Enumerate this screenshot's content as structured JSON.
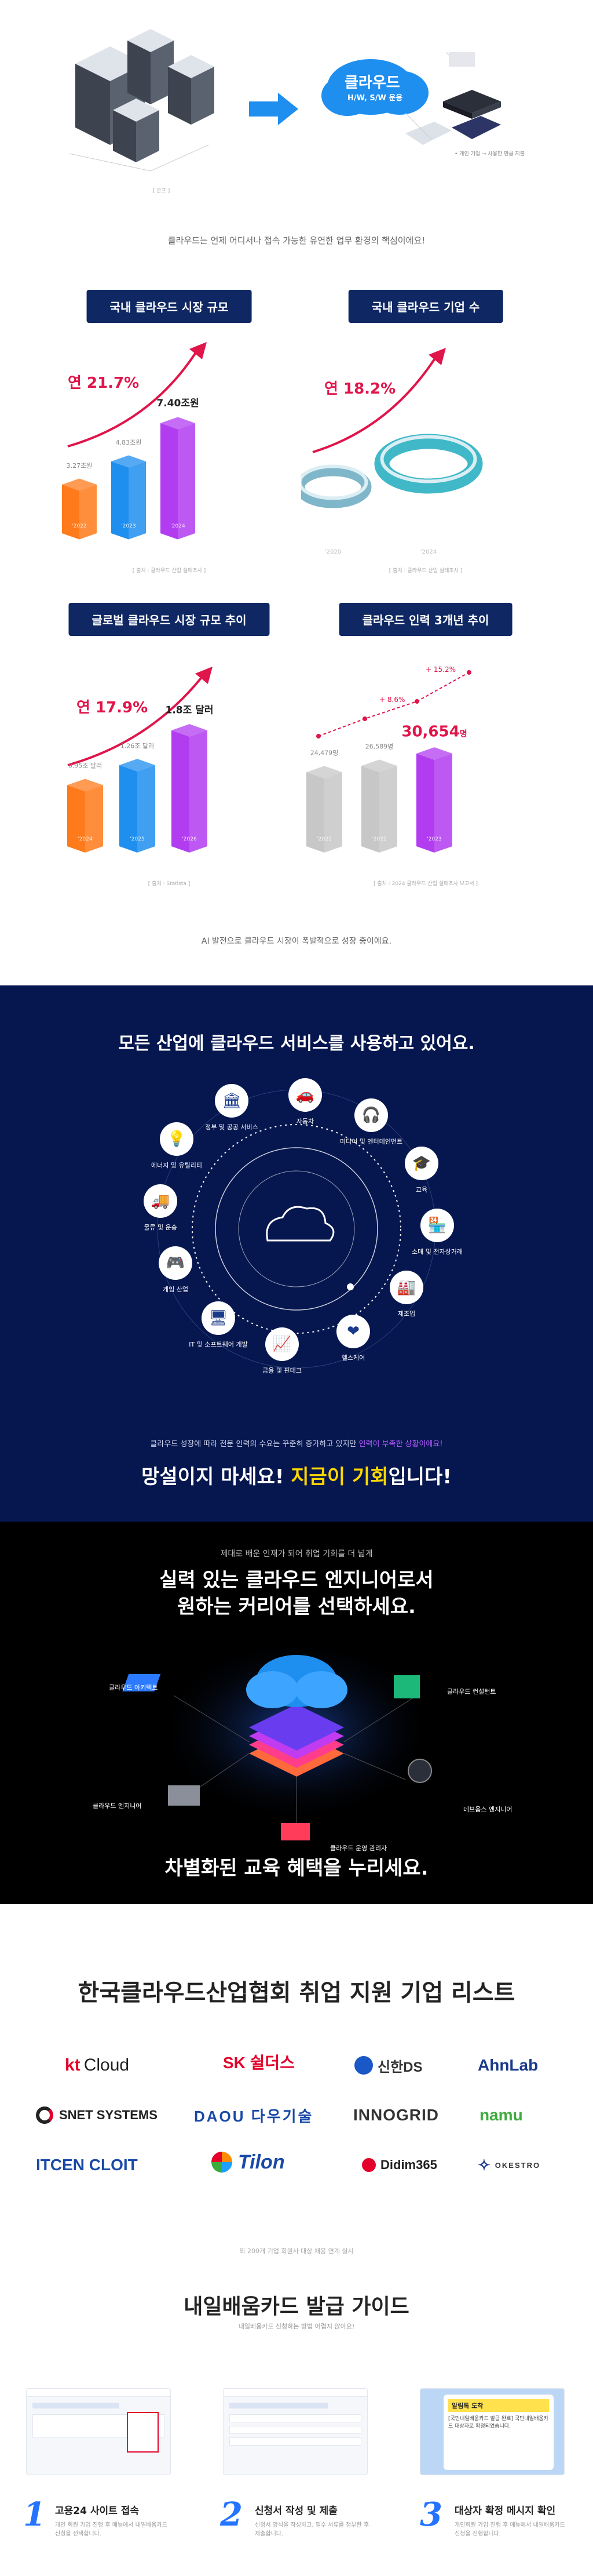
{
  "hero": {
    "cloud_label": "클라우드",
    "cloud_sub": "H/W, S/W 운용",
    "caption_left": "[ 온프 ]",
    "caption_right": "• 개인 기업 → 사용한 만큼 지불",
    "description": "클라우드는 언제 어디서나 접속 가능한 유연한 업무 환경의 핵심이에요!"
  },
  "stats": [
    {
      "title": "국내 클라우드 시장 규모",
      "growth": "연 21.7%",
      "source": "[ 출처 : 클라우드 산업 실태조사 ]",
      "chart_data": {
        "type": "bar",
        "categories": [
          "'2022",
          "'2023",
          "'2024"
        ],
        "values": [
          3.27,
          4.83,
          7.4
        ],
        "value_labels": [
          "3.27조원",
          "4.83조원",
          "7.40조원"
        ],
        "colors": [
          "#ff7a1a",
          "#1e8eef",
          "#b13cf0"
        ]
      }
    },
    {
      "title": "국내 클라우드 기업 수",
      "growth": "연 18.2%",
      "source": "[ 출처 : 클라우드 산업 실태조사 ]",
      "chart_data": {
        "type": "bar",
        "categories": [
          "'2020",
          "'2024"
        ],
        "values": [
          1,
          2
        ],
        "colors": [
          "#7fb6c9",
          "#40b8c8"
        ]
      }
    },
    {
      "title": "글로벌 클라우드 시장 규모 추이",
      "growth": "연 17.9%",
      "source": "[ 출처 : Statista ]",
      "chart_data": {
        "type": "bar",
        "categories": [
          "'2024",
          "'2025",
          "'2026"
        ],
        "values": [
          0.95,
          1.26,
          1.8
        ],
        "value_labels": [
          "0.95조 달러",
          "1.26조 달러",
          "1.8조 달러"
        ],
        "colors": [
          "#ff7a1a",
          "#1e8eef",
          "#b13cf0"
        ]
      }
    },
    {
      "title": "클라우드 인력 3개년 추이",
      "growth_small_1": "+ 8.6%",
      "growth_small_2": "+ 15.2%",
      "source": "[ 출처 : 2024 클라우드 산업 실태조사 보고서 ]",
      "chart_data": {
        "type": "bar",
        "categories": [
          "'2021",
          "'2022",
          "'2023"
        ],
        "values": [
          24479,
          26589,
          30654
        ],
        "value_labels": [
          "24,479명",
          "26,589명",
          "30,654"
        ],
        "highlight_unit": "명",
        "colors": [
          "#c7c7c7",
          "#c7c7c7",
          "#b13cf0"
        ]
      }
    }
  ],
  "stats_footer": "AI 발전으로 클라우드 시장이 폭발적으로 성장 중이에요.",
  "industries": {
    "title": "모든 산업에 클라우드 서비스를 사용하고 있어요.",
    "items": [
      {
        "label": "자동차",
        "icon": "car-icon"
      },
      {
        "label": "미디어 및 엔터테인먼트",
        "icon": "headphone-icon"
      },
      {
        "label": "교육",
        "icon": "graduation-icon"
      },
      {
        "label": "소매 및 전자상거래",
        "icon": "shop-icon"
      },
      {
        "label": "제조업",
        "icon": "factory-icon"
      },
      {
        "label": "헬스케어",
        "icon": "heart-icon"
      },
      {
        "label": "금융 및 핀테크",
        "icon": "finance-icon"
      },
      {
        "label": "IT 및 소프트웨어 개발",
        "icon": "monitor-icon"
      },
      {
        "label": "게임 산업",
        "icon": "gamepad-icon"
      },
      {
        "label": "물류 및 운송",
        "icon": "truck-icon"
      },
      {
        "label": "에너지 및 유틸리티",
        "icon": "bulb-icon"
      },
      {
        "label": "정부 및 공공 서비스",
        "icon": "building-icon"
      }
    ],
    "note_prefix": "클라우드 성장에 따라 전문 인력의 수요는 꾸준히 증가하고 있지만 ",
    "note_accent": "인력이 부족한 상황이에요!",
    "cta_prefix": "망설이지 마세요! ",
    "cta_accent": "지금이 기회",
    "cta_suffix": "입니다!"
  },
  "career": {
    "kicker": "제대로 배운 인재가 되어 취업 기회를 더 넓게",
    "title_line1": "실력 있는 클라우드 엔지니어로서",
    "title_line2": "원하는 커리어를 선택하세요.",
    "roles": [
      "클라우드 아키텍트",
      "클라우드 컨설턴트",
      "클라우드 엔지니어",
      "데브옵스 엔지니어",
      "클라우드 운영 관리자"
    ],
    "footer": "차별화된 교육 혜택을 누리세요."
  },
  "companies": {
    "title": "한국클라우드산업협회 취업 지원 기업 리스트",
    "logos": [
      "kt Cloud",
      "SK 쉴더스",
      "신한DS",
      "AhnLab",
      "SNET SYSTEMS",
      "DAOU 다우기술",
      "INNOGRID",
      "namu",
      "ITCEN CLOIT",
      "Tilon",
      "Didim365",
      "OKESTRO"
    ],
    "note": "외 200개 기업 회원사 대상 채용 연계 실시"
  },
  "guide": {
    "title": "내일배움카드 발급 가이드",
    "subtitle": "내일배움카드 신청하는 방법 어렵지 않아요!",
    "steps": [
      {
        "num": "1",
        "title": "고용24 사이트 접속",
        "desc": "개인 회원 가입 진행 후 메뉴에서 내일배움카드 신청을 선택합니다."
      },
      {
        "num": "2",
        "title": "신청서 작성 및 제출",
        "desc": "신청서 양식을 작성하고, 필수 서류를 첨부한 후 제출합니다."
      },
      {
        "num": "3",
        "title": "대상자 확정 메시지 확인",
        "desc": "개인회원 가입 진행 후 메뉴에서 내일배움카드 신청을 진행합니다."
      }
    ],
    "sms_title": "알림톡 도착",
    "sms_body": "[국민내일배움카드 발급 완료] 국민내일배움카드 대상자로 확정되었습니다."
  },
  "colors": {
    "navy": "#0f2863",
    "accent_red": "#e0154a",
    "deep_blue": "#06174f"
  }
}
